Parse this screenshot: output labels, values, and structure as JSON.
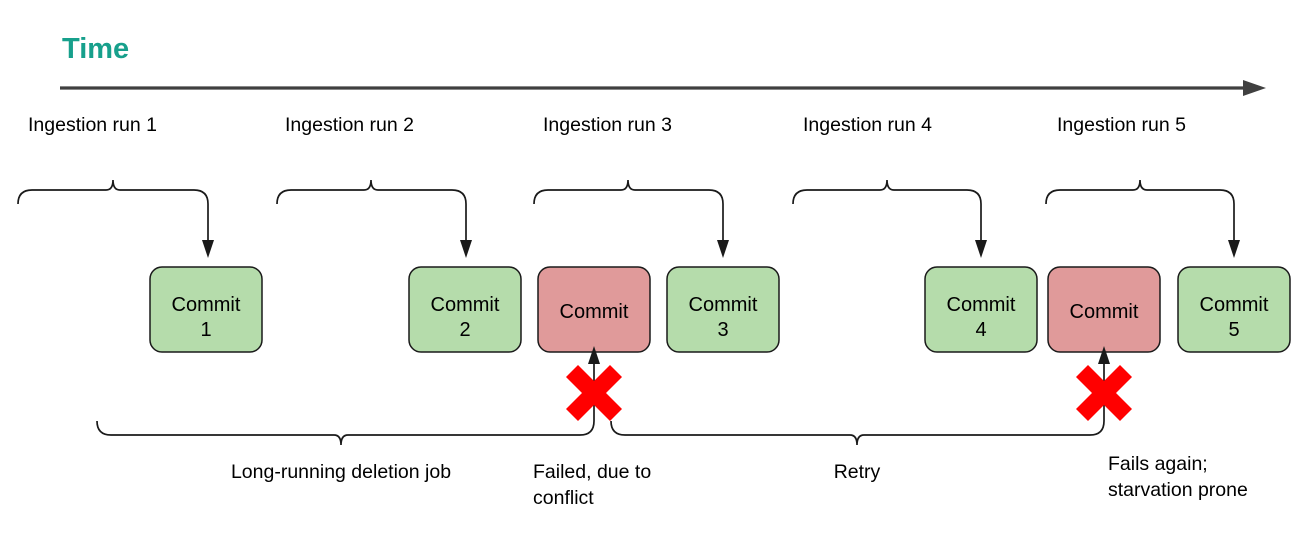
{
  "diagram": {
    "title": "Time",
    "title_color": "#17a08c",
    "timeline": {
      "name": "time-axis-arrow",
      "direction": "left-to-right",
      "color": "#404040"
    },
    "run_labels": [
      "Ingestion run 1",
      "Ingestion run 2",
      "Ingestion run 3",
      "Ingestion run 4",
      "Ingestion run 5"
    ],
    "commits": [
      {
        "line1": "Commit",
        "line2": "1",
        "status": "success",
        "fill": "#b5dcab",
        "stroke": "#2d2d2d"
      },
      {
        "line1": "Commit",
        "line2": "2",
        "status": "success",
        "fill": "#b5dcab",
        "stroke": "#2d2d2d"
      },
      {
        "line1": "Commit",
        "line2": "",
        "status": "failed",
        "fill": "#e09a9a",
        "stroke": "#2d2d2d"
      },
      {
        "line1": "Commit",
        "line2": "3",
        "status": "success",
        "fill": "#b5dcab",
        "stroke": "#2d2d2d"
      },
      {
        "line1": "Commit",
        "line2": "4",
        "status": "success",
        "fill": "#b5dcab",
        "stroke": "#2d2d2d"
      },
      {
        "line1": "Commit",
        "line2": "",
        "status": "failed",
        "fill": "#e09a9a",
        "stroke": "#2d2d2d"
      },
      {
        "line1": "Commit",
        "line2": "5",
        "status": "success",
        "fill": "#b5dcab",
        "stroke": "#2d2d2d"
      }
    ],
    "failure_markers": [
      {
        "name": "failure-x-first",
        "color": "#ff0000"
      },
      {
        "name": "failure-x-second",
        "color": "#ff0000"
      }
    ],
    "captions": {
      "deletion_job": "Long-running deletion job",
      "failed_conflict_line1": "Failed, due to",
      "failed_conflict_line2": "conflict",
      "retry": "Retry",
      "starvation_line1": "Fails again;",
      "starvation_line2": "starvation prone"
    }
  }
}
